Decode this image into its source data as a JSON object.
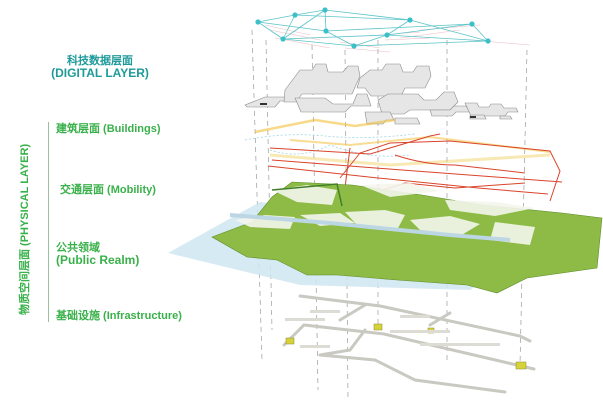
{
  "digital_layer": {
    "title_cn": "科技数据层面",
    "title_en": "(DIGITAL LAYER)"
  },
  "physical_layer": {
    "side_label": "物质空间层面 (PHYSICAL LAYER)",
    "layers": [
      {
        "id": "buildings",
        "label": "建筑层面 (Buildings)"
      },
      {
        "id": "mobility",
        "label": "交通层面 (Mobility)"
      },
      {
        "id": "public-realm",
        "label_cn": "公共领域",
        "label_en": "(Public Realm)"
      },
      {
        "id": "infrastructure",
        "label": "基础设施 (Infrastructure)"
      }
    ]
  },
  "colors": {
    "digital": "#1f9a9a",
    "physical": "#39b14a",
    "network_node": "#3cc0c8",
    "roads": "#d9442b",
    "green_space": "#8dbb45",
    "water": "#cfe6f2",
    "utility_box": "#d6d33a"
  }
}
